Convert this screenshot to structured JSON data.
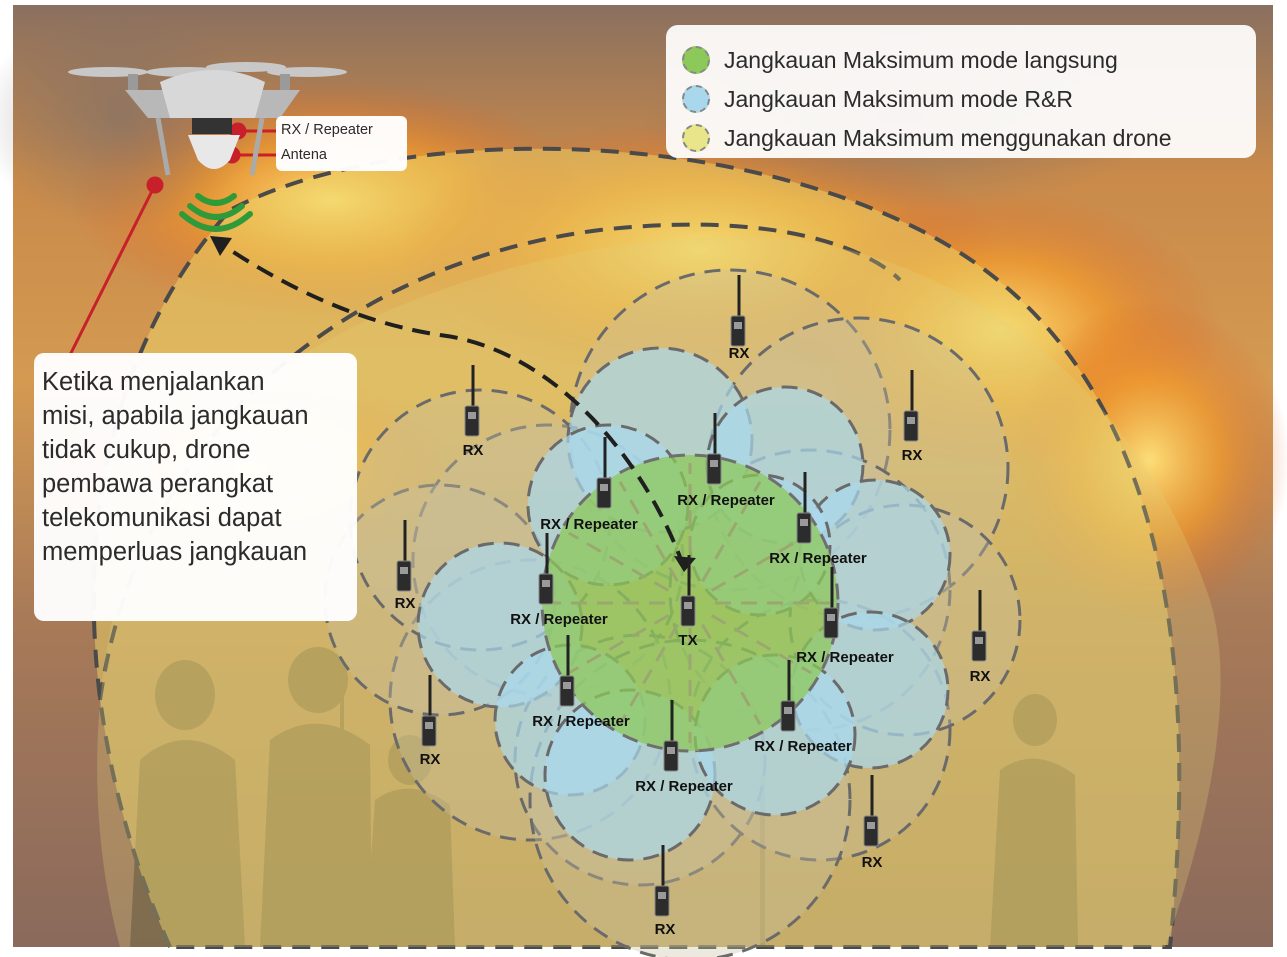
{
  "legend": {
    "items": [
      {
        "label": "Jangkauan Maksimum mode langsung",
        "color": "#8dc85a"
      },
      {
        "label": "Jangkauan Maksimum mode R&R",
        "color": "#a9d8ec"
      },
      {
        "label": "Jangkauan Maksimum menggunakan drone",
        "color": "#e8e58a"
      }
    ]
  },
  "callout": {
    "text": "Ketika menjalankan\nmisi, apabila jangkauan\ntidak cukup, drone\npembawa perangkat\ntelekomunikasi dapat\nmemperluas jangkauan"
  },
  "drone": {
    "rx_repeater_label": "RX / Repeater",
    "antenna_label": "Antena"
  },
  "radios": {
    "tx": "TX",
    "rx": "RX",
    "rx_repeater": "RX / Repeater"
  },
  "colors": {
    "direct_range": "#8dc85a",
    "rr_range": "#a9d8ec",
    "drone_range": "#e8e58a",
    "pointer": "#c8202a",
    "signal": "#2f9a3a"
  }
}
